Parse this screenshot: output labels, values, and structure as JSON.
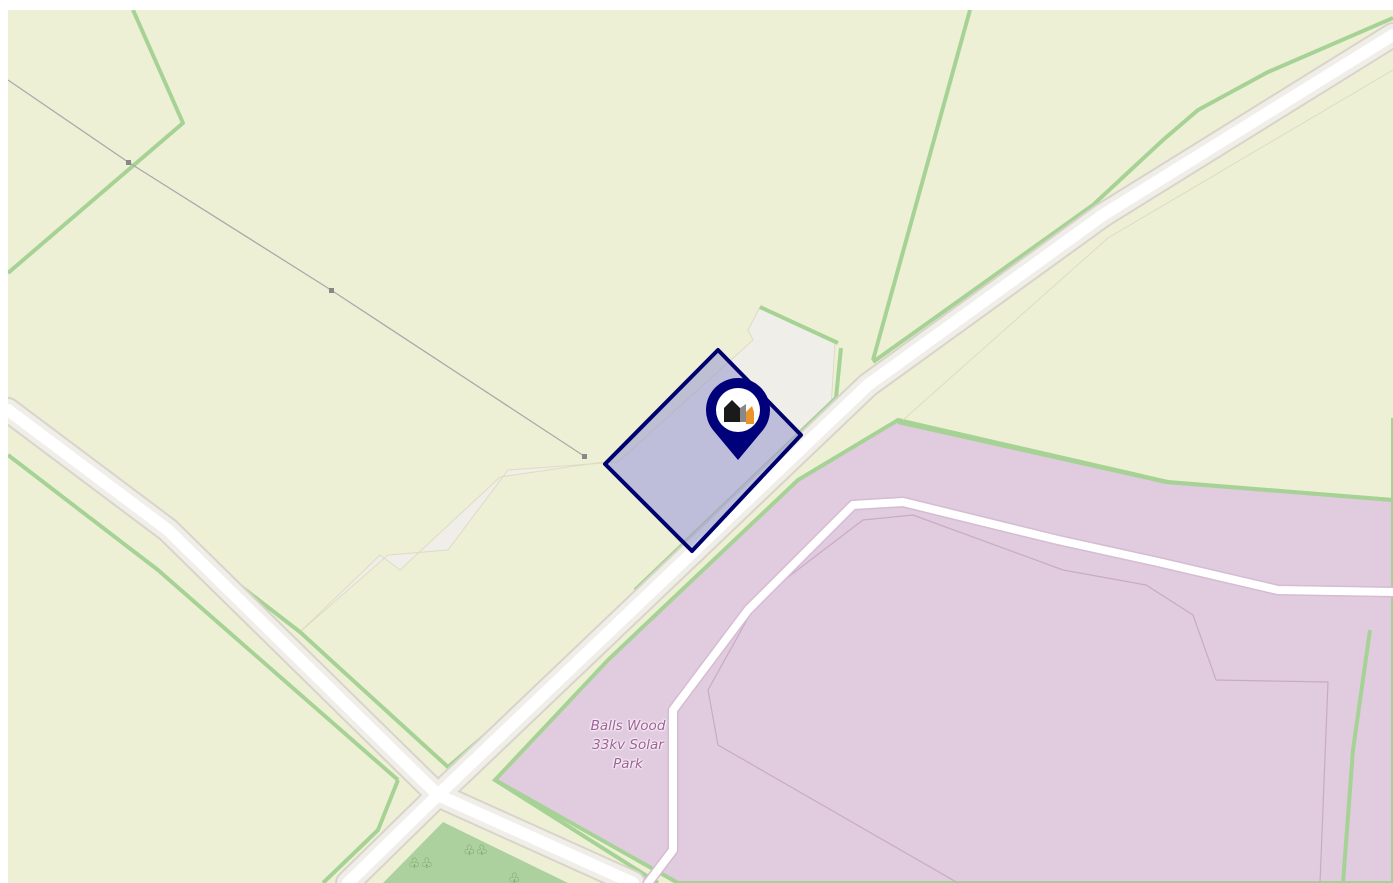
{
  "map": {
    "place_label": {
      "line1": "Balls Wood",
      "line2": "33kv Solar",
      "line3": "Park"
    },
    "marker": {
      "icon": "house-marker-icon"
    },
    "colors": {
      "farmland": "#eef0d6",
      "field_boundary": "#a6d395",
      "road": "#ffffff",
      "road_casing": "#d9d3c9",
      "verge": "#f0eee8",
      "industrial_landuse": "#e1cbdf",
      "industrial_outline": "#c9aac5",
      "woodland": "#add19e",
      "power_line": "#aaaaaa",
      "parcel_fill": "#bcbdd6",
      "parcel_outline": "#00006f",
      "marker": "#00007a",
      "label": "#a0609a"
    }
  }
}
